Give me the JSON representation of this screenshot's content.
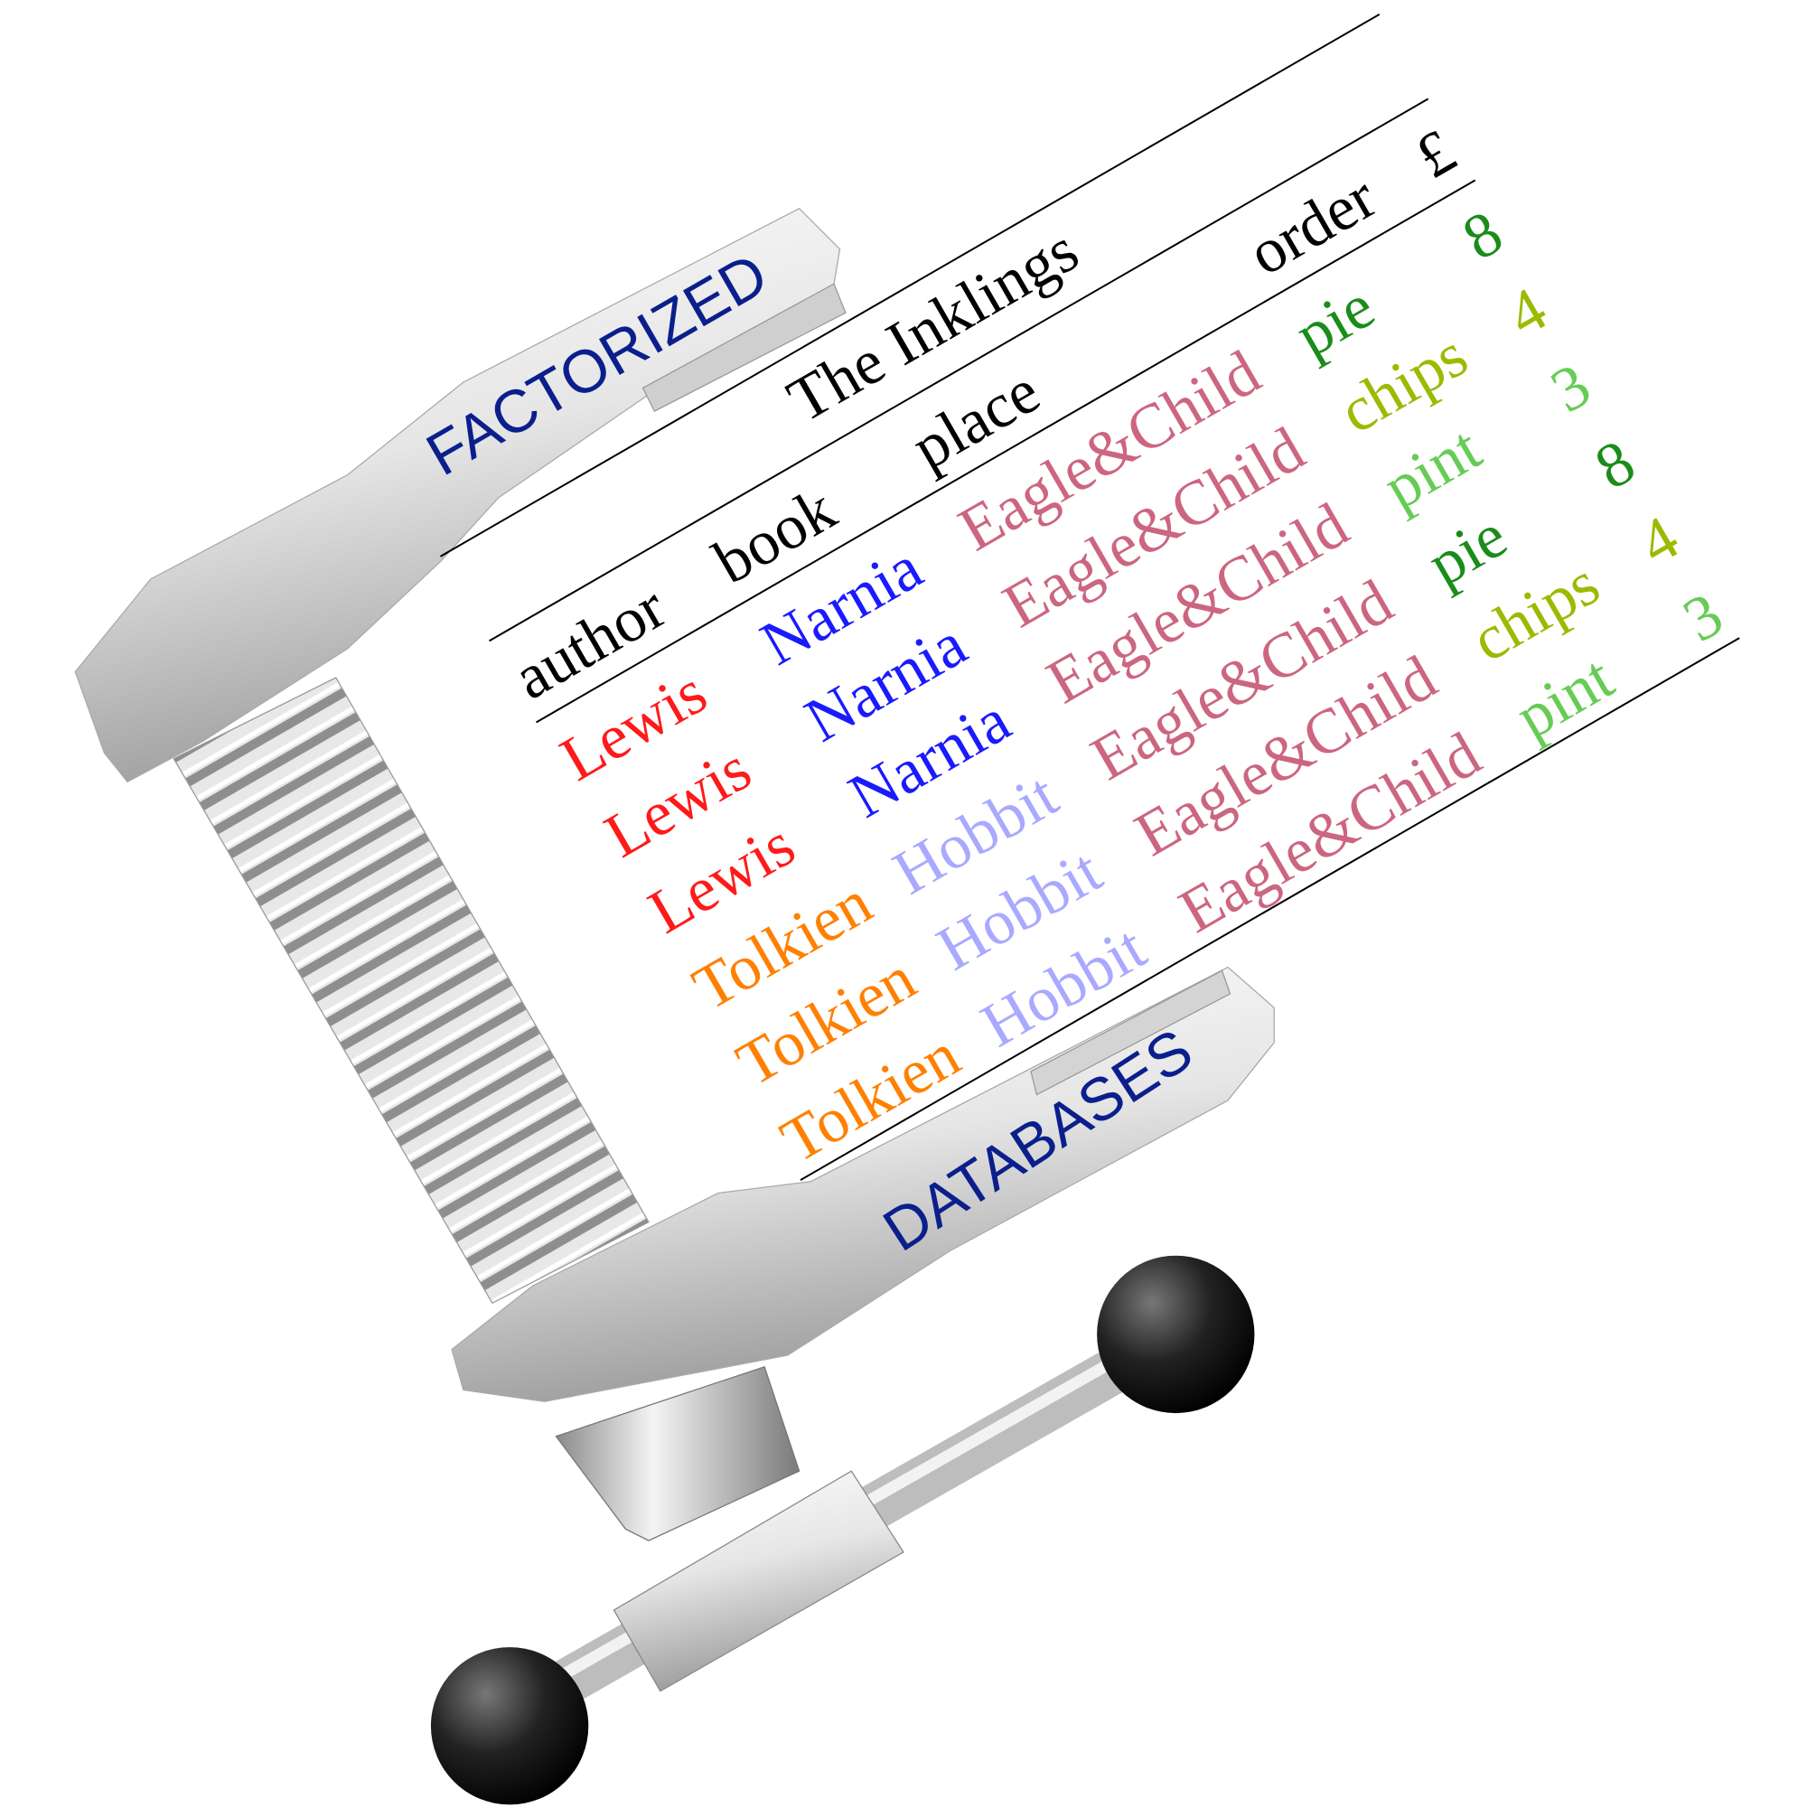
{
  "clamp": {
    "top_label": "FACTORIZED",
    "bottom_label": "DATABASES",
    "label_color": "#0b1f8c"
  },
  "table": {
    "title": "The Inklings",
    "headers": [
      "author",
      "book",
      "place",
      "order",
      "£"
    ],
    "rows": [
      [
        "Lewis",
        "Narnia",
        "Eagle&Child",
        "pie",
        "8"
      ],
      [
        "Lewis",
        "Narnia",
        "Eagle&Child",
        "chips",
        "4"
      ],
      [
        "Lewis",
        "Narnia",
        "Eagle&Child",
        "pint",
        "3"
      ],
      [
        "Tolkien",
        "Hobbit",
        "Eagle&Child",
        "pie",
        "8"
      ],
      [
        "Tolkien",
        "Hobbit",
        "Eagle&Child",
        "chips",
        "4"
      ],
      [
        "Tolkien",
        "Hobbit",
        "Eagle&Child",
        "pint",
        "3"
      ]
    ],
    "colors": {
      "Lewis": "#ff1a1a",
      "Tolkien": "#ff8000",
      "Narnia": "#1a1aff",
      "Hobbit": "#a9a9ff",
      "Eagle&Child": "#cc6680",
      "pie": "#1a8c1a",
      "chips": "#99bb00",
      "pint": "#66cc55"
    }
  }
}
